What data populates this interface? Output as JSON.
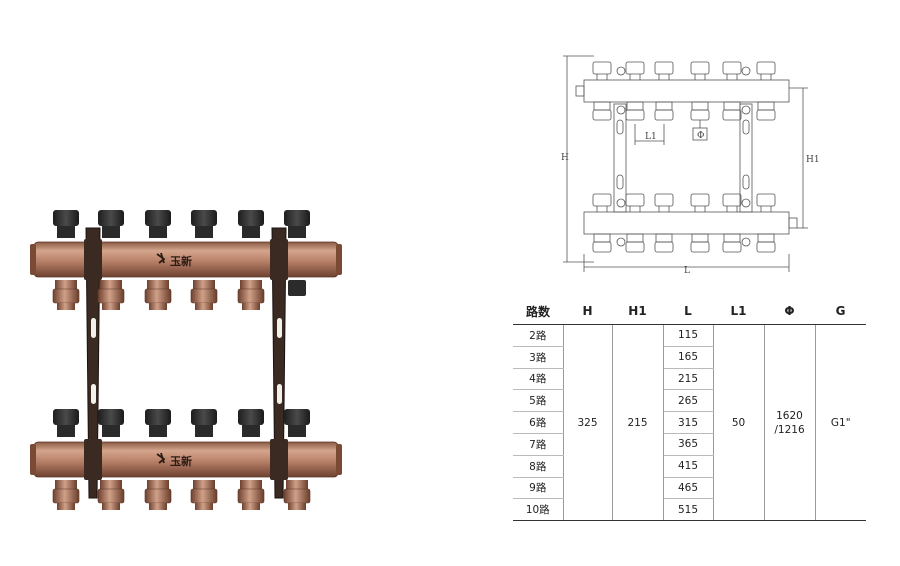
{
  "photo": {
    "brand_logo_top": "玉新",
    "brand_logo_bottom": "玉新",
    "outlets_per_bar": 6,
    "colors": {
      "copper": "#b07c62",
      "copper_dark": "#7a4a34",
      "handle": "#303030",
      "bracket": "#3a2a22"
    }
  },
  "drawing": {
    "dim_H": "H",
    "dim_H1": "H1",
    "dim_L": "L",
    "dim_L1": "L1",
    "dim_phi": "Φ"
  },
  "spec_table": {
    "headers": [
      "路数",
      "H",
      "H1",
      "L",
      "L1",
      "Φ",
      "G"
    ],
    "rows": [
      {
        "ways": "2路",
        "L": "115"
      },
      {
        "ways": "3路",
        "L": "165"
      },
      {
        "ways": "4路",
        "L": "215"
      },
      {
        "ways": "5路",
        "L": "265"
      },
      {
        "ways": "6路",
        "L": "315"
      },
      {
        "ways": "7路",
        "L": "365"
      },
      {
        "ways": "8路",
        "L": "415"
      },
      {
        "ways": "9路",
        "L": "465"
      },
      {
        "ways": "10路",
        "L": "515"
      }
    ],
    "shared": {
      "H": "325",
      "H1": "215",
      "L1": "50",
      "phi_line1": "1620",
      "phi_line2": "/1216",
      "G": "G1\""
    }
  }
}
